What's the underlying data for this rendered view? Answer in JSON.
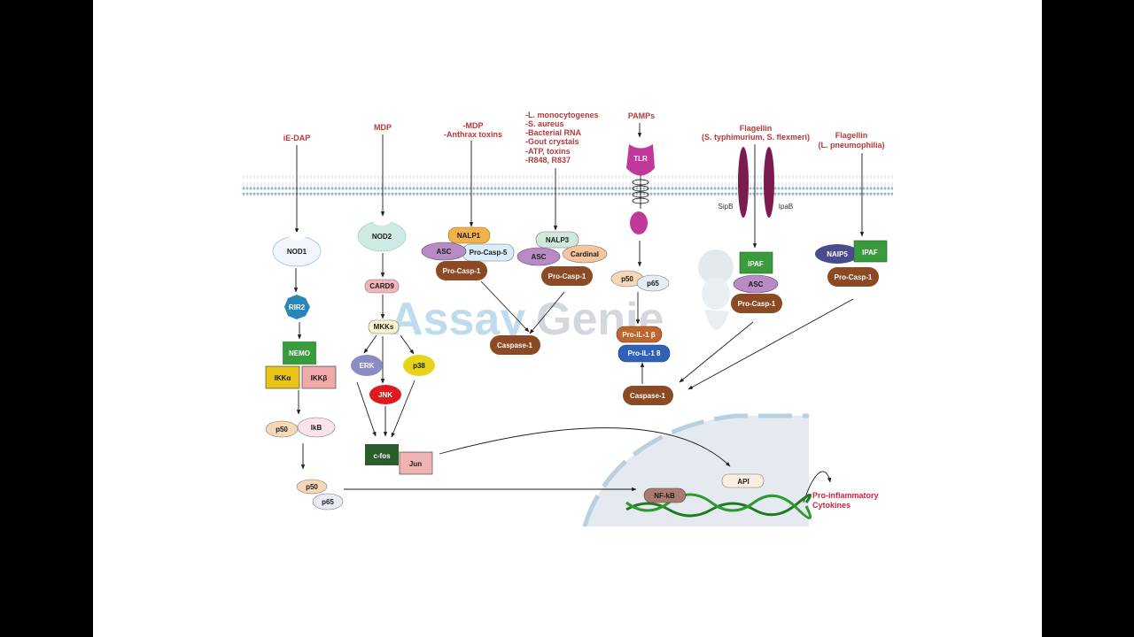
{
  "watermark": {
    "brand_left": "Assay",
    "brand_right": "Genie"
  },
  "stimuli": {
    "ie_dap": "iE-DAP",
    "mdp": "MDP",
    "mdp_anthrax": [
      "-MDP",
      "-Anthrax toxins"
    ],
    "nalp3_triggers": [
      "-L. monocytogenes",
      "-S. aureus",
      "-Bacterial RNA",
      "-Gout crystals",
      "-ATP,  toxins",
      "-R848, R837"
    ],
    "pamps": "PAMPs",
    "flagellin_salmonella": [
      "Flagellin",
      "(S. typhimurium, S. flexmeri)"
    ],
    "flagellin_legionella": [
      "Flagellin",
      "(L. pneumophilia)"
    ]
  },
  "nodes": {
    "nod1": "NOD1",
    "rip2": "RIR2",
    "nemo": "NEMO",
    "ikka": "IKKα",
    "ikkb": "IKKβ",
    "p50_a": "p50",
    "ikb": "IkB",
    "p50_b": "p50",
    "p65_b": "p65",
    "nod2": "NOD2",
    "card9": "CARD9",
    "mkks": "MKKs",
    "erk": "ERK",
    "p38": "p38",
    "jnk": "JNK",
    "cfos": "c-fos",
    "jun": "Jun",
    "nalp1": "NALP1",
    "asc_1": "ASC",
    "procasp5": "Pro-Casp-5",
    "procasp1_a": "Pro-Casp-1",
    "nalp3": "NALP3",
    "asc_2": "ASC",
    "cardinal": "Cardinal",
    "procasp1_b": "Pro-Casp-1",
    "caspase1_a": "Caspase-1",
    "tlr": "TLR",
    "p50_c": "p50",
    "p65_c": "p65",
    "proil1b": "Pro-iL-1 β",
    "proil18": "Pro-IL-1 8",
    "caspase1_b": "Caspase-1",
    "sipb": "SipB",
    "ipab": "IpaB",
    "ipaf_a": "IPAF",
    "asc_3": "ASC",
    "procasp1_c": "Pro-Casp-1",
    "naip5": "NAIP5",
    "ipaf_b": "IPAF",
    "procasp1_d": "Pro-Casp-1",
    "nfkb": "NF-kB",
    "ap1": "API",
    "output": [
      "Pro-inflammatory",
      "Cytokines"
    ]
  },
  "colors": {
    "stimulus_text": "#b5393a",
    "output_text": "#d0233f",
    "procasp": "#8b4a24",
    "nemo_ipaf": "#3a9a3e",
    "ikka": "#e8c417",
    "ikkb": "#f0a8a8",
    "membrane": "#9bb5c8",
    "nucleus": "#e4eaf0",
    "dna": "#1f7a1f",
    "tlr": "#c2389a",
    "channel": "#7a1c4d"
  }
}
